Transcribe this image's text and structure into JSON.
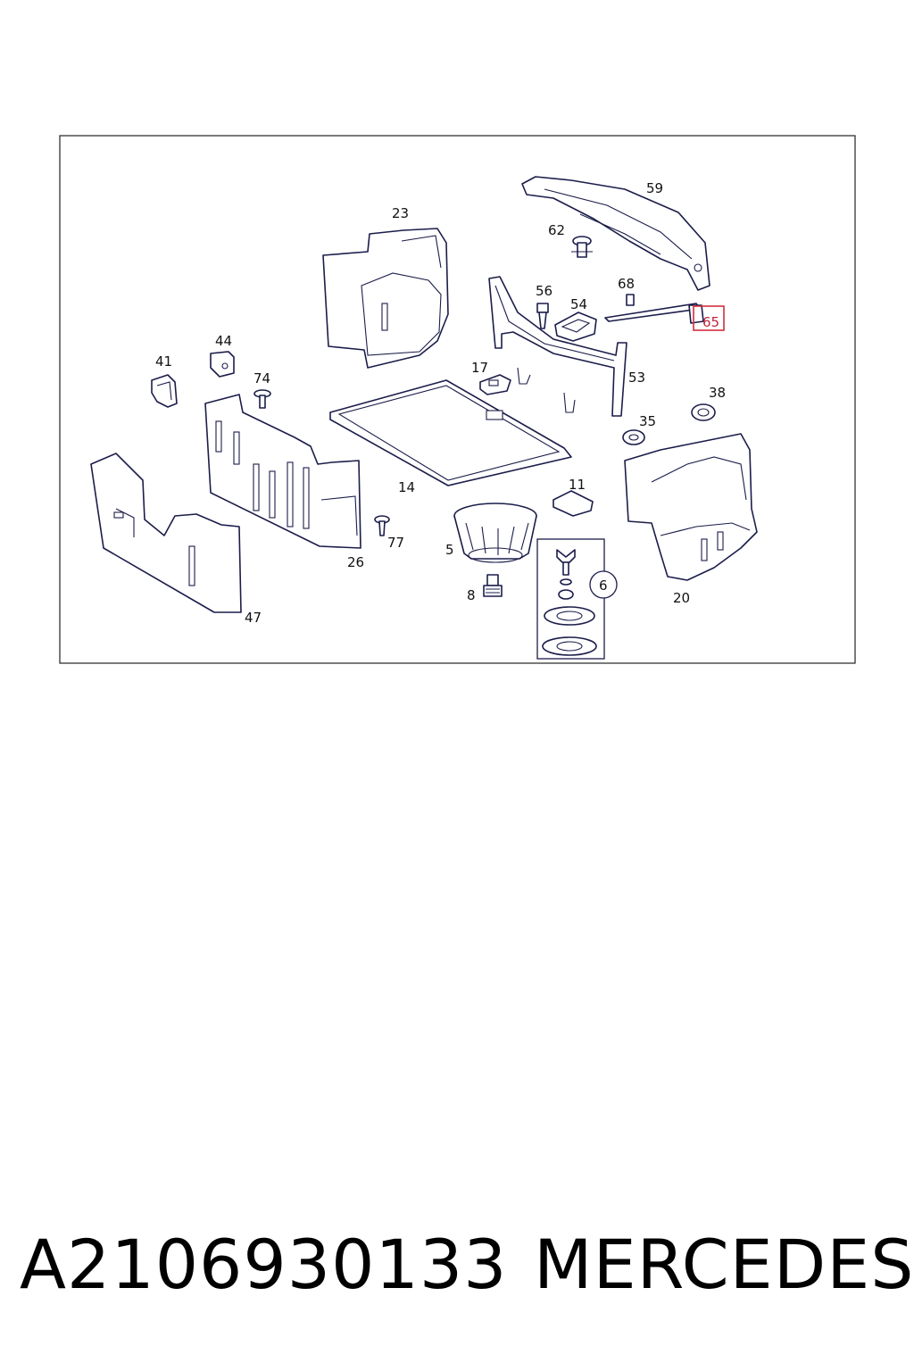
{
  "diagram": {
    "callouts": [
      "59",
      "23",
      "62",
      "68",
      "56",
      "54",
      "65",
      "44",
      "41",
      "74",
      "17",
      "53",
      "38",
      "35",
      "11",
      "14",
      "5",
      "77",
      "26",
      "47",
      "8",
      "6",
      "20"
    ],
    "highlighted": "65"
  },
  "footer": {
    "part_number": "A2106930133",
    "brand": "MERCEDES"
  }
}
